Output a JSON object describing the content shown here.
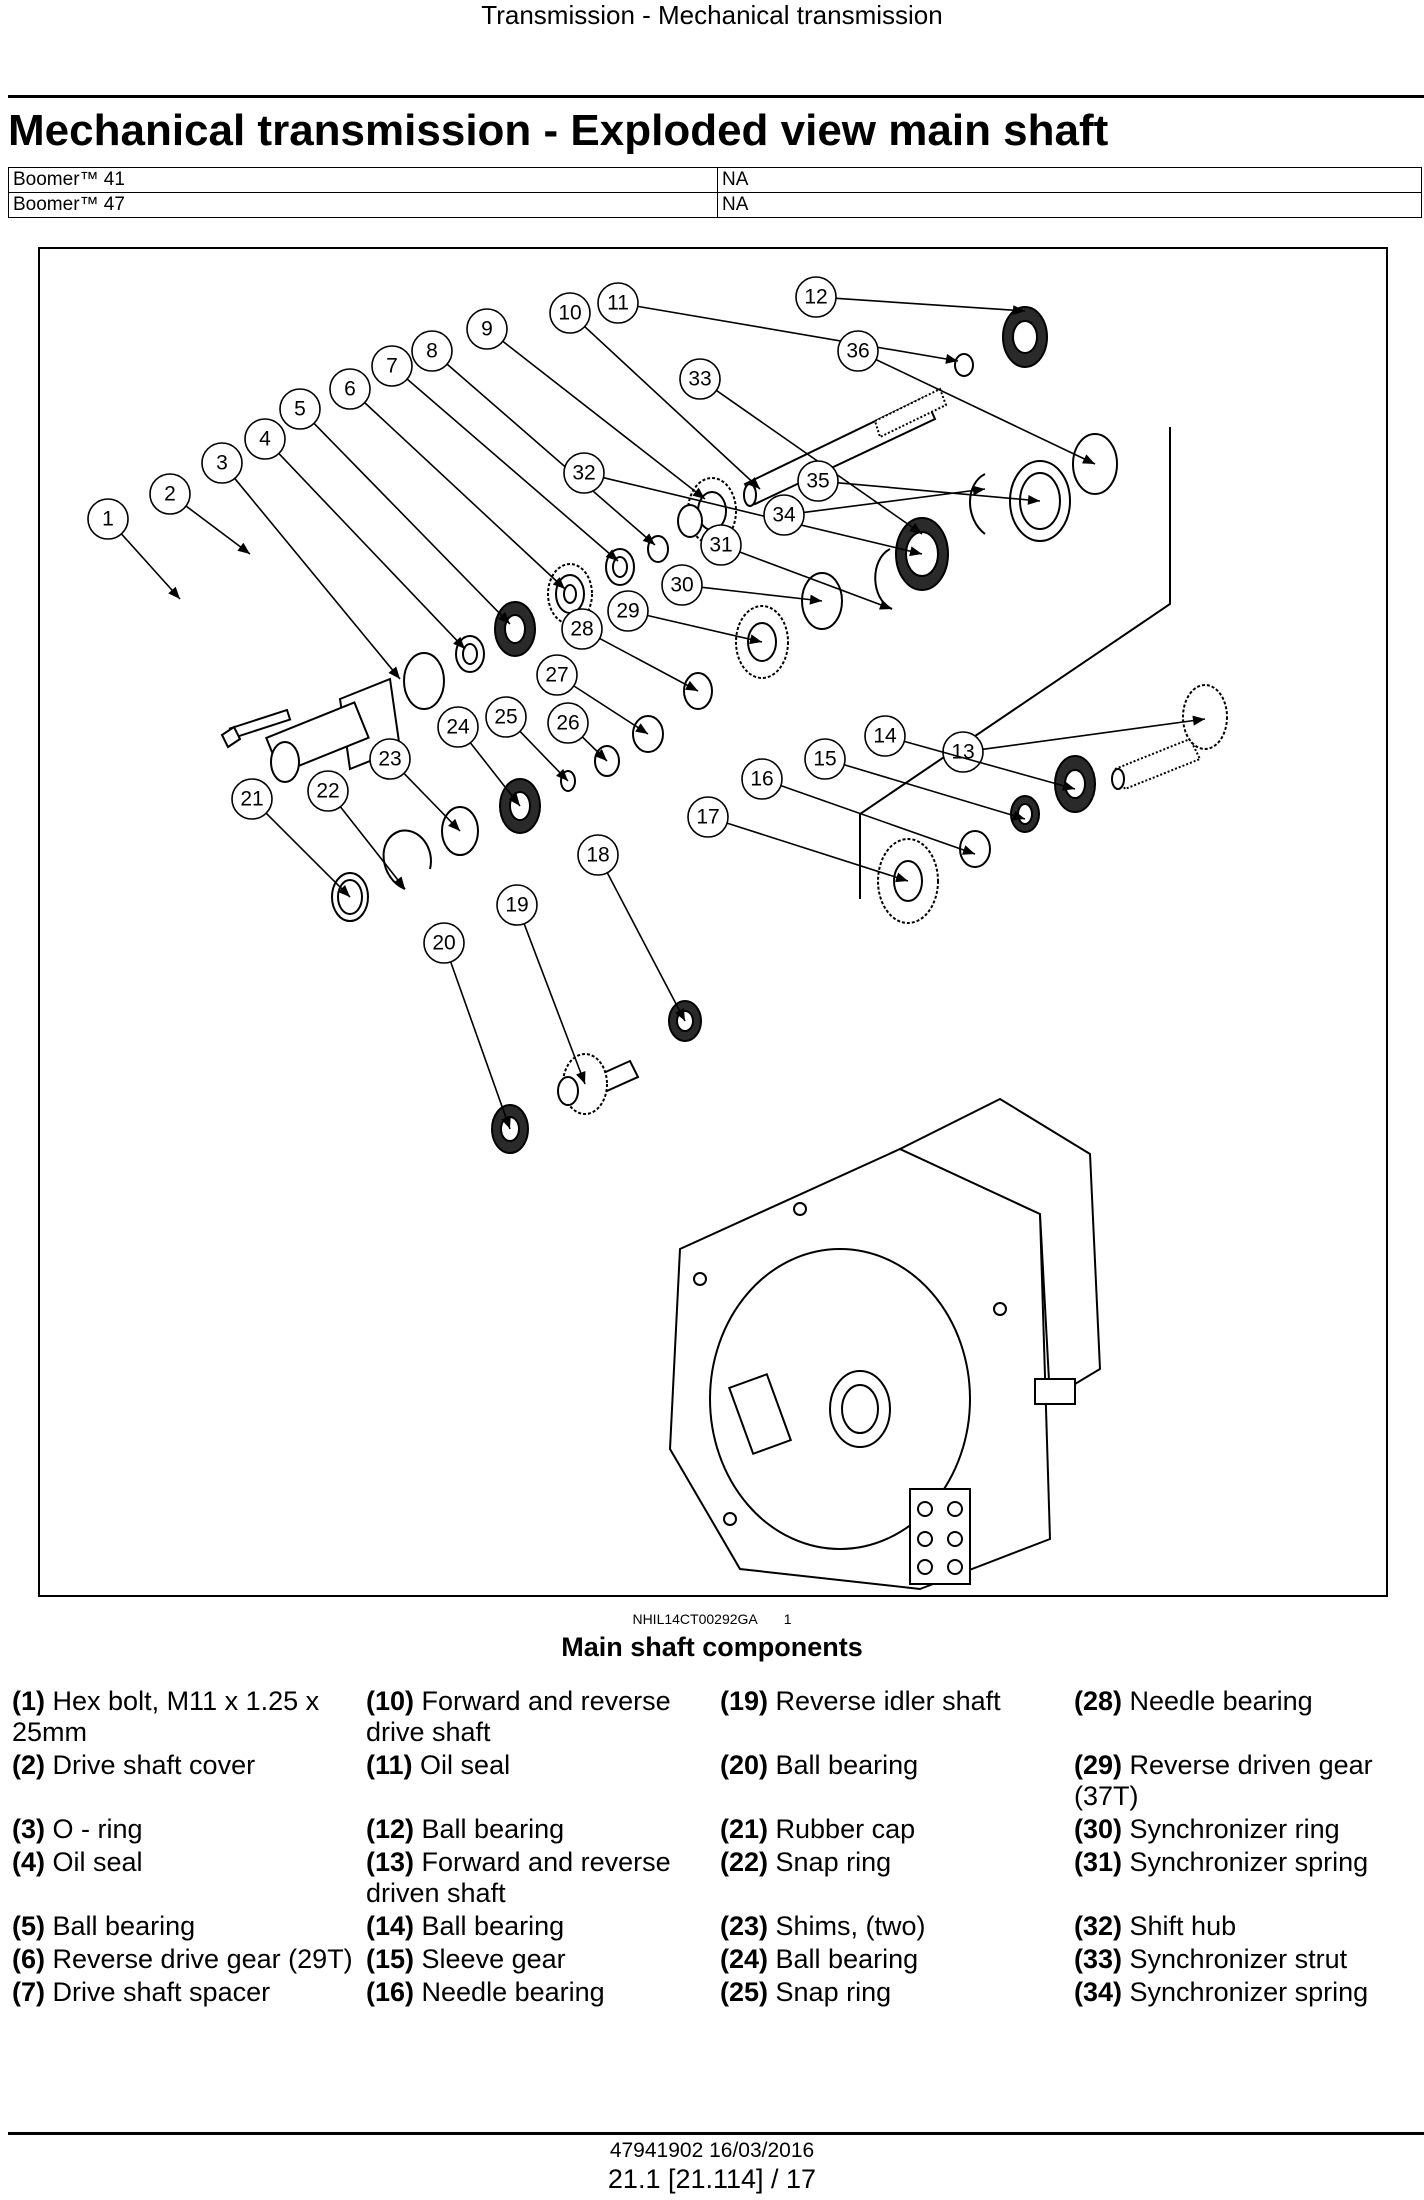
{
  "header": {
    "running_title": "Transmission - Mechanical transmission"
  },
  "title": "Mechanical transmission - Exploded view main shaft",
  "applicability": [
    {
      "model": "Boomer™ 41",
      "value": "NA"
    },
    {
      "model": "Boomer™ 47",
      "value": "NA"
    }
  ],
  "figure": {
    "reference": "NHIL14CT00292GA",
    "number": "1",
    "caption": "Main shaft components",
    "callouts": [
      "1",
      "2",
      "3",
      "4",
      "5",
      "6",
      "7",
      "8",
      "9",
      "10",
      "11",
      "12",
      "13",
      "14",
      "15",
      "16",
      "17",
      "18",
      "19",
      "20",
      "21",
      "22",
      "23",
      "24",
      "25",
      "26",
      "27",
      "28",
      "29",
      "30",
      "31",
      "32",
      "33",
      "34",
      "35",
      "36"
    ]
  },
  "legend": [
    {
      "num": "(1)",
      "text": "Hex bolt, M11 x 1.25 x 25mm"
    },
    {
      "num": "(10)",
      "text": "Forward and reverse drive shaft"
    },
    {
      "num": "(19)",
      "text": "Reverse idler shaft"
    },
    {
      "num": "(28)",
      "text": "Needle bearing"
    },
    {
      "num": "(2)",
      "text": "Drive shaft cover"
    },
    {
      "num": "(11)",
      "text": "Oil seal"
    },
    {
      "num": "(20)",
      "text": "Ball bearing"
    },
    {
      "num": "(29)",
      "text": "Reverse driven gear (37T)"
    },
    {
      "num": "(3)",
      "text": "O - ring"
    },
    {
      "num": "(12)",
      "text": "Ball bearing"
    },
    {
      "num": "(21)",
      "text": "Rubber cap"
    },
    {
      "num": "(30)",
      "text": "Synchronizer ring"
    },
    {
      "num": "(4)",
      "text": "Oil seal"
    },
    {
      "num": "(13)",
      "text": "Forward and reverse driven shaft"
    },
    {
      "num": "(22)",
      "text": "Snap ring"
    },
    {
      "num": "(31)",
      "text": "Synchronizer spring"
    },
    {
      "num": "(5)",
      "text": "Ball bearing"
    },
    {
      "num": "(14)",
      "text": "Ball bearing"
    },
    {
      "num": "(23)",
      "text": "Shims, (two)"
    },
    {
      "num": "(32)",
      "text": "Shift hub"
    },
    {
      "num": "(6)",
      "text": "Reverse drive gear (29T)"
    },
    {
      "num": "(15)",
      "text": "Sleeve gear"
    },
    {
      "num": "(24)",
      "text": "Ball bearing"
    },
    {
      "num": "(33)",
      "text": "Synchronizer strut"
    },
    {
      "num": "(7)",
      "text": "Drive shaft spacer"
    },
    {
      "num": "(16)",
      "text": "Needle bearing"
    },
    {
      "num": "(25)",
      "text": "Snap ring"
    },
    {
      "num": "(34)",
      "text": "Synchronizer spring"
    }
  ],
  "footer": {
    "doc_id": "47941902 16/03/2016",
    "page": "21.1 [21.114] / 17"
  }
}
